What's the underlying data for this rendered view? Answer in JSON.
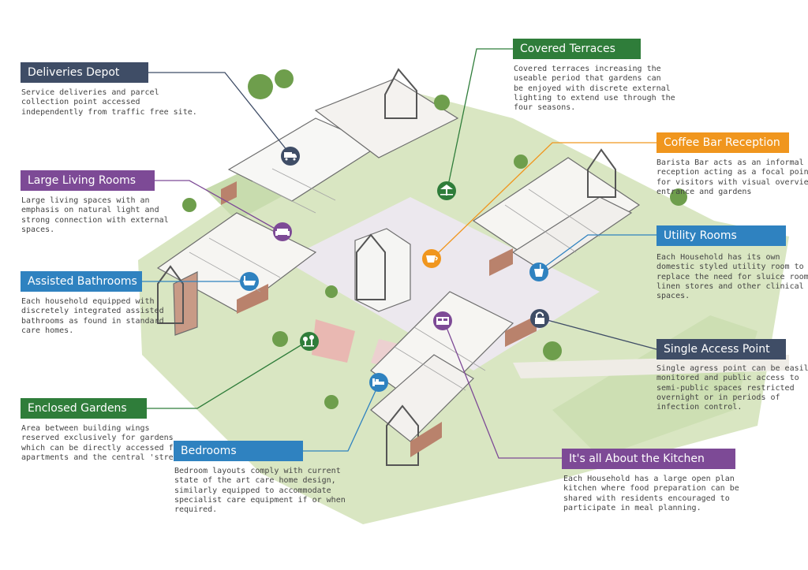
{
  "callouts": {
    "deliveries": {
      "title": "Deliveries Depot",
      "lines": [
        "Service deliveries and parcel",
        "collection point accessed",
        "independently from traffic free site."
      ],
      "color": "#3f4d66",
      "icon": "truck-icon"
    },
    "living": {
      "title": "Large Living Rooms",
      "lines": [
        "Large living spaces with an",
        "emphasis on natural light and",
        "strong connection with external",
        "spaces."
      ],
      "color": "#7d4a96",
      "icon": "sofa-icon"
    },
    "bathrooms": {
      "title": "Assisted Bathrooms",
      "lines": [
        "Each household equipped with",
        "discretely integrated assisted",
        "bathrooms as found in standard",
        "care homes."
      ],
      "color": "#2f82c0",
      "icon": "bathtub-icon"
    },
    "gardens": {
      "title": "Enclosed Gardens",
      "lines": [
        "Area between building wings",
        "reserved exclusively for gardens",
        "which can be directly accessed from",
        "apartments and the central 'street'."
      ],
      "color": "#2f7d3a",
      "icon": "garden-icon"
    },
    "bedrooms": {
      "title": "Bedrooms",
      "lines": [
        "Bedroom layouts comply with current",
        "state of the art care home design,",
        "similarly equipped to accommodate",
        "specialist care equipment if or when",
        "required."
      ],
      "color": "#2f82c0",
      "icon": "bed-icon"
    },
    "terraces": {
      "title": "Covered Terraces",
      "lines": [
        "Covered terraces increasing the",
        "useable period that gardens can",
        "be enjoyed with discrete external",
        "lighting to extend use through the",
        "four seasons."
      ],
      "color": "#2f7d3a",
      "icon": "terrace-icon"
    },
    "coffee": {
      "title": "Coffee Bar Reception",
      "lines": [
        "Barista Bar acts as an informal",
        "reception acting as a focal point",
        "for visitors with visual overview of",
        "entrance and gardens"
      ],
      "color": "#f0961e",
      "icon": "coffee-cup-icon"
    },
    "utility": {
      "title": "Utility Rooms",
      "lines": [
        "Each Household has its own",
        "domestic styled utility room to",
        "replace the need for sluice rooms,",
        "linen stores and other clinical",
        "spaces."
      ],
      "color": "#2f82c0",
      "icon": "laundry-bucket-icon"
    },
    "access": {
      "title": "Single Access Point",
      "lines": [
        "Single agress point can be easily",
        "monitored and public access to",
        "semi-public spaces restricted",
        "overnight or in periods of",
        "infection control."
      ],
      "color": "#3f4d66",
      "icon": "padlock-icon"
    },
    "kitchen": {
      "title": "It's all About the Kitchen",
      "lines": [
        "Each Household has a large open plan",
        "kitchen where food preparation can be",
        "shared with residents encouraged to",
        "participate in meal planning."
      ],
      "color": "#7d4a96",
      "icon": "kitchen-stove-icon"
    }
  }
}
